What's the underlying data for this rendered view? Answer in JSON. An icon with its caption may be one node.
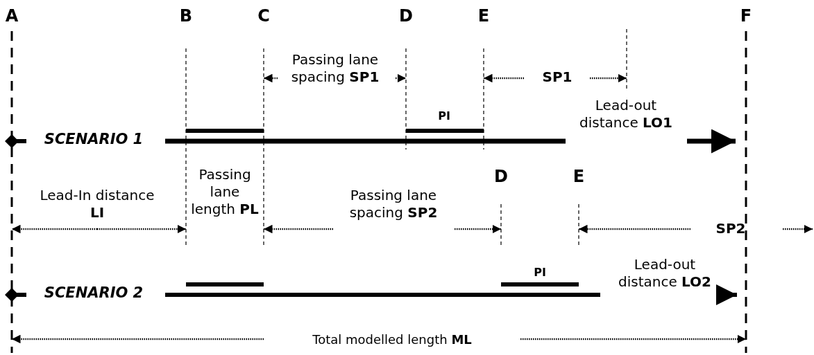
{
  "diagram": {
    "labels": [
      "A",
      "B",
      "C",
      "D",
      "E",
      "F",
      "Passing lane spacing **SP1**",
      "SP1",
      "PI",
      "SCENARIO 1",
      "Lead-out distance **LO1**",
      "D",
      "E",
      "Lead-In distance **LI**",
      "Passing lane length **PL**",
      "Passing lane spacing **SP2**",
      "SP2",
      "PI",
      "SCENARIO 2",
      "Lead-out distance **LO2**",
      "Total modelled length **ML**"
    ]
  }
}
